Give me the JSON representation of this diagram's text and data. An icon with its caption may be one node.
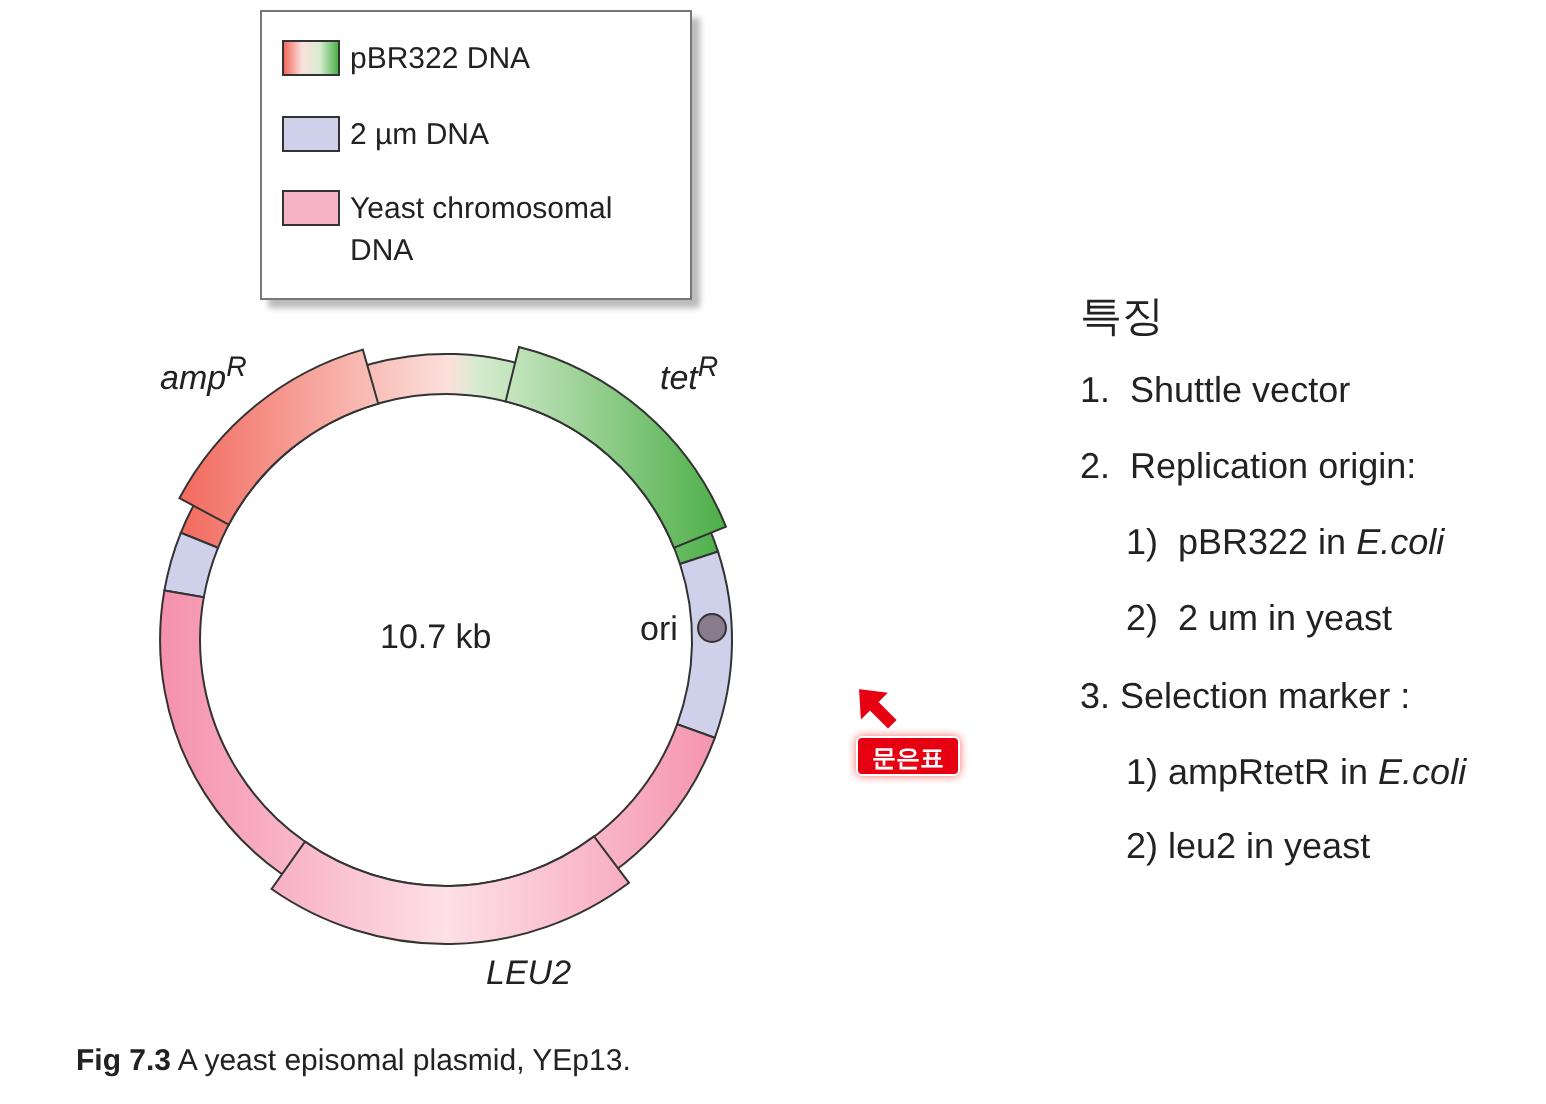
{
  "diagram": {
    "caption": "**Fig 7.3** A yeast episomal plasmid, YEp13.",
    "nodes": [
      {
        "text": [
          "문은표"
        ]
      }
    ],
    "labels": [
      "amp$^{R}$",
      "tet$^{R}$",
      "특징",
      "1.  Shuttle vector",
      "2.  Replication origin:",
      "10.7 kb",
      "ori",
      "1)  pBR322 in *E.coli*",
      "2)  2 um in yeast",
      "3. Selection marker :",
      "1) ampRtetR in *E.coli*",
      "2) leu2 in yeast",
      "LEU2"
    ],
    "legend": [
      {
        "text": "pBR322 DNA"
      },
      {
        "text": "2 µm DNA",
        "color": "#cfd0ea"
      },
      {
        "text": "Yeast chromosomal DNA",
        "color": "#f6b3c6"
      }
    ]
  }
}
